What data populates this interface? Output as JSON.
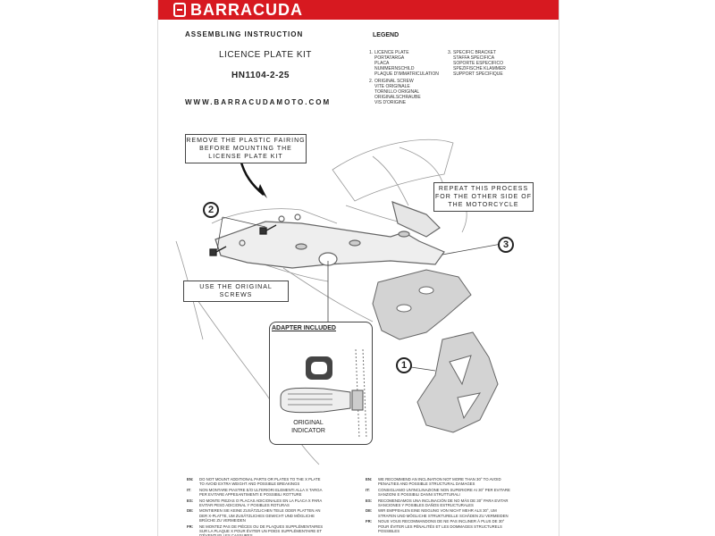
{
  "brand": {
    "name": "BARRACUDA",
    "logo": "barracuda-b-logo",
    "color": "#d71920"
  },
  "header": {
    "assembling": "ASSEMBLING INSTRUCTION",
    "product": "LICENCE PLATE KIT",
    "code": "HN1104-2-25",
    "website": "WWW.BARRACUDAMOTO.COM"
  },
  "legend": {
    "title": "LEGEND",
    "items": [
      {
        "num": "1.",
        "lines": [
          "LICENCE PLATE",
          "PORTATARGA",
          "PLACA",
          "NUMMERNSCHILD",
          "PLAQUE D'IMMATRICULATION"
        ]
      },
      {
        "num": "2.",
        "lines": [
          "ORIGINAL SCREW",
          "VITE ORIGINALE",
          "TORNILLO ORIGINAL",
          "ORIGINALSCHRAUBE",
          "VIS D'ORIGINE"
        ]
      },
      {
        "num": "3.",
        "lines": [
          "SPECIFIC BRACKET",
          "STAFFA SPECIFICA",
          "SOPORTE ESPECIFICO",
          "SPEZIFISCHE KLAMMER",
          "SUPPORT SPECIFIQUE"
        ]
      }
    ]
  },
  "notes": {
    "remove_fairing": [
      "REMOVE THE PLASTIC FAIRING",
      "BEFORE MOUNTING THE",
      "LICENSE PLATE KIT"
    ],
    "repeat_process": [
      "REPEAT THIS PROCESS",
      "FOR THE OTHER SIDE OF",
      "THE MOTORCYCLE"
    ],
    "use_screws": "USE THE ORIGINAL SCREWS"
  },
  "callouts": {
    "one": "1",
    "two": "2",
    "three": "3"
  },
  "inset": {
    "title": "ADAPTER INCLUDED",
    "caption": [
      "ORIGINAL",
      "INDICATOR"
    ]
  },
  "warnings_left": [
    {
      "code": "EN:",
      "lines": [
        "DO NOT MOUNT ADDITIONAL PARTS OR  PLATES TO THE X PLATE",
        "TO AVOID EXTRA WEIGHT AND POSSIBLE BREAKINGS"
      ]
    },
    {
      "code": "IT:",
      "lines": [
        "NON MONTARE PIASTRE E/O ULTERIORI ELEMENTI ALLA X TARGA",
        "PER EVITARE APPESANTIMENTI E POSSIBILI ROTTURE"
      ]
    },
    {
      "code": "ES:",
      "lines": [
        "NO MONTE PIEZAS O PLACAS ADICIONALES EN LA PLACA X PARA",
        "EVITAR PESO ADICIONAL Y POSIBLES ROTURAS"
      ]
    },
    {
      "code": "DE:",
      "lines": [
        "MONTIEREN SIE KEINE ZUSÄTZLICHEN TEILE ODER PLATTEN AN",
        "DER X-PLATTE, UM ZUSÄTZLICHES GEWICHT UND MÖGLICHE",
        "BRÜCHE ZU VERMEIDEN"
      ]
    },
    {
      "code": "FR:",
      "lines": [
        "NE MONTEZ PAS DE PIÈCES OU DE PLAQUES SUPPLÉMENTAIRES",
        "SUR LA PLAQUE X POUR ÉVITER UN POIDS SUPPLÉMENTAIRE ET",
        "D'ÉVENTUELLES CASSURES"
      ]
    }
  ],
  "warnings_right": [
    {
      "code": "EN:",
      "lines": [
        "WE RECOMMEND AN INCLINATION NOT MORE THAN 30° TO AVOID",
        "PENALTIES AND POSSIBLE STRUCTURAL DAMAGES"
      ]
    },
    {
      "code": "IT:",
      "lines": [
        "CONSIGLIAMO UN'INCLINAZIONE NON SUPERIORE AI 30° PER EVITARE",
        "SANZIONI E POSSIBILI DANNI STRUTTURALI"
      ]
    },
    {
      "code": "ES:",
      "lines": [
        "RECOMENDAMOS UNA INCLINACIÓN DE NO MÁS DE 30°    PARA EVITAR",
        "SANCIONES Y POSIBLES DAÑOS ESTRUCTURALES"
      ]
    },
    {
      "code": "DE:",
      "lines": [
        "WIR EMPFEHLEN EINE NEIGUNG VON NICHT MEHR ALS 30°, UM",
        "STRAFEN UND MÖGLICHE STRUKTURELLE SCHÄDEN ZU VERMEIDEN"
      ]
    },
    {
      "code": "FR:",
      "lines": [
        "NOUS VOUS RECOMMANDONS DE NE PAS INCLINER À PLUS DE 30°",
        "POUR ÉVITER LES PÉNALITÉS ET LES DOMMAGES STRUCTURELS",
        "POSSIBLES"
      ]
    }
  ]
}
